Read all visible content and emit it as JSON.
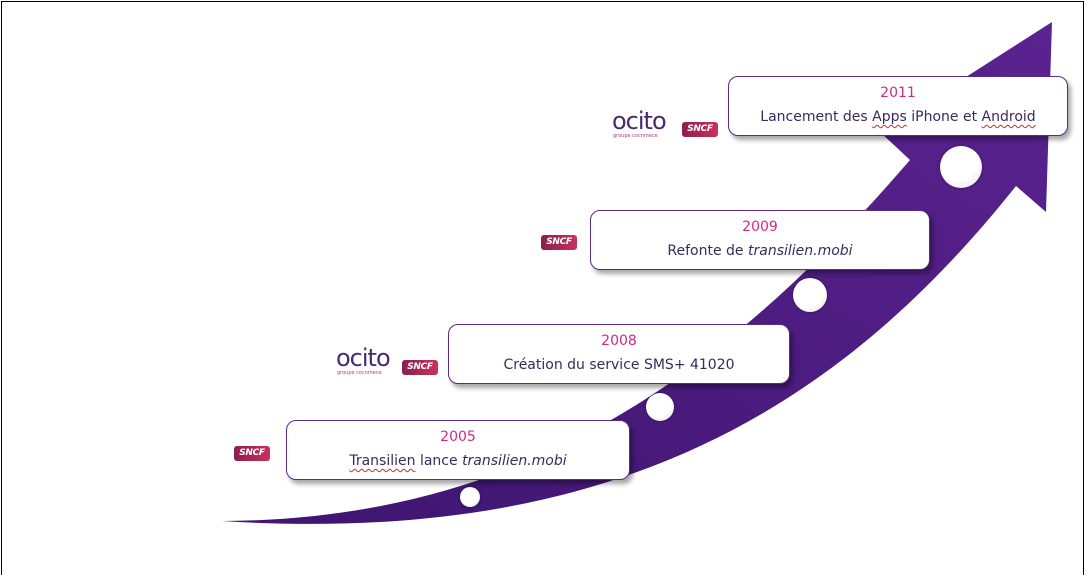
{
  "colors": {
    "arrow": "#4f1d83",
    "year": "#d6287f",
    "border": "#5a2a87"
  },
  "logos": {
    "sncf": "SNCF",
    "ocito": "ocito",
    "ocito_sub": "groupe cocnmece"
  },
  "milestones": [
    {
      "year": "2005",
      "desc_pre": "Transilien",
      "desc_mid": " lance ",
      "desc_italic": "transilien.mobi",
      "desc_post": "",
      "logos": [
        "sncf"
      ]
    },
    {
      "year": "2008",
      "desc_pre": "Création du service SMS+ 41020",
      "desc_mid": "",
      "desc_italic": "",
      "desc_post": "",
      "logos": [
        "ocito",
        "sncf"
      ]
    },
    {
      "year": "2009",
      "desc_pre": "Refonte de ",
      "desc_mid": "",
      "desc_italic": "transilien.mobi",
      "desc_post": "",
      "logos": [
        "sncf"
      ]
    },
    {
      "year": "2011",
      "desc_pre": "Lancement des ",
      "desc_mid": "Apps",
      "desc_italic": "",
      "desc_post": " iPhone et ",
      "desc_end": "Android",
      "logos": [
        "ocito",
        "sncf"
      ]
    }
  ]
}
